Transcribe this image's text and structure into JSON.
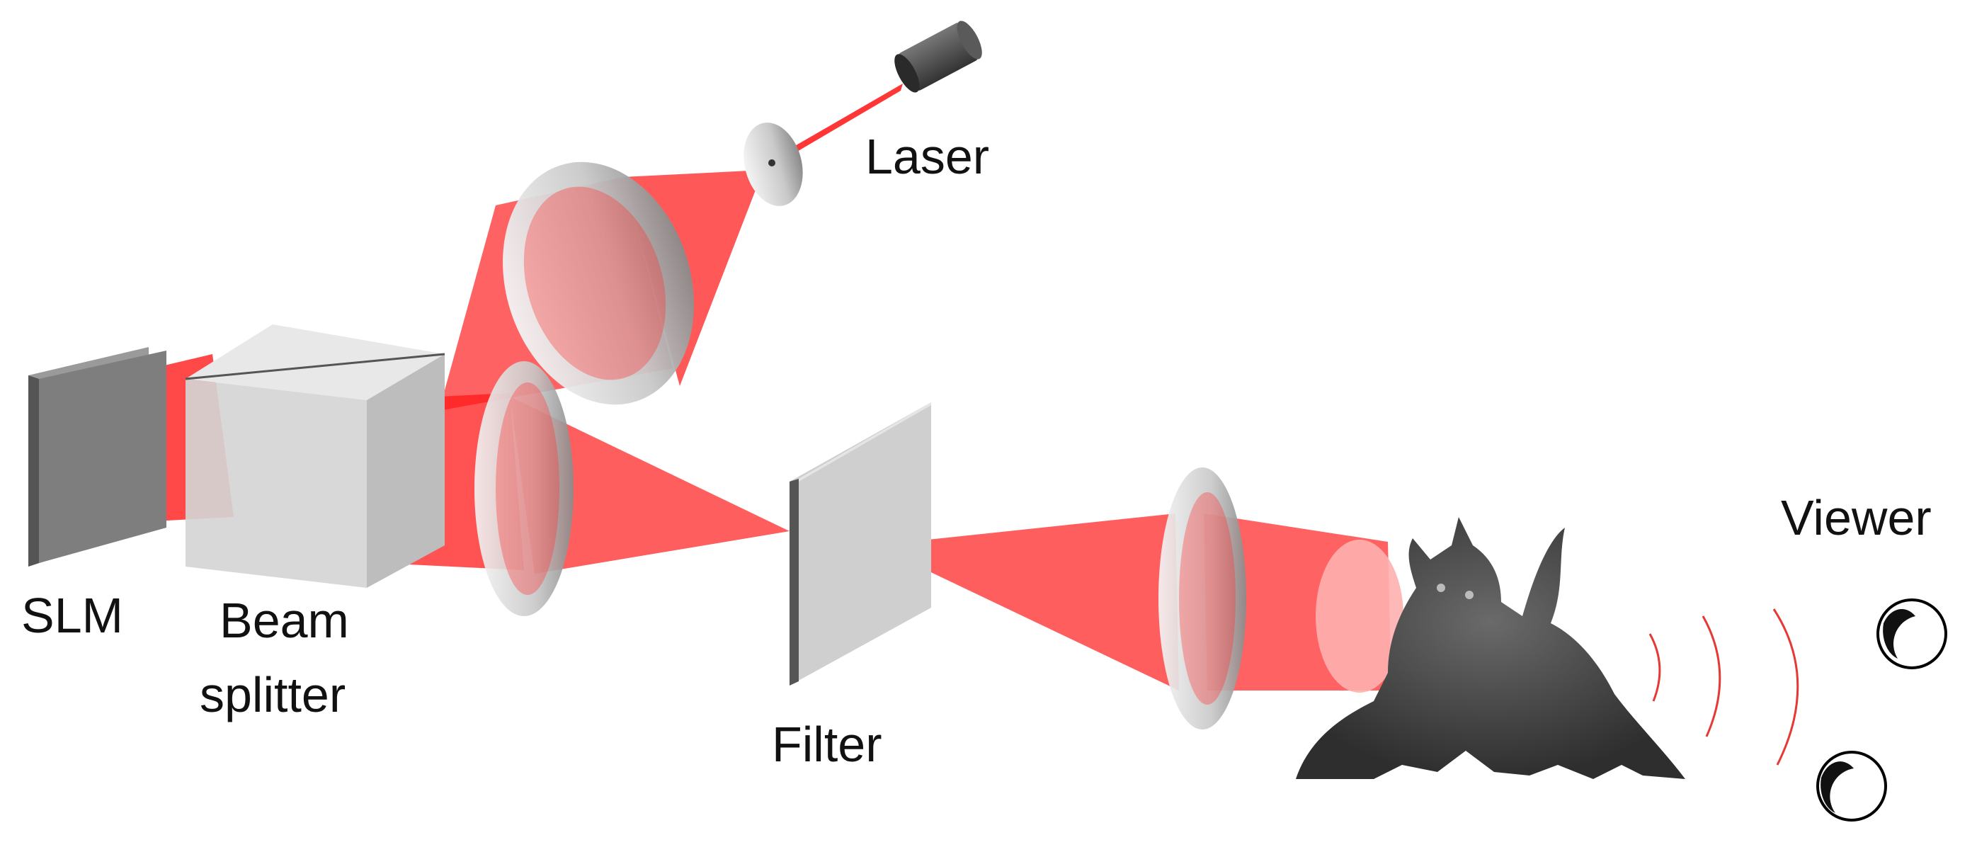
{
  "labels": {
    "laser": "Laser",
    "slm": "SLM",
    "beam_splitter_line1": "Beam",
    "beam_splitter_line2": "splitter",
    "filter": "Filter",
    "viewer": "Viewer"
  },
  "colors": {
    "beam": "#ff1a1a",
    "lens": "#c8c8c8",
    "component_gray": "#d0d0d0",
    "laser_body": "#555555",
    "object": "#4a4a4a",
    "wave": "#e53935"
  },
  "icons": {
    "laser": "laser-icon",
    "pinhole": "pinhole-icon",
    "object": "dragon-figurine-icon",
    "viewer": "eye-icon"
  }
}
